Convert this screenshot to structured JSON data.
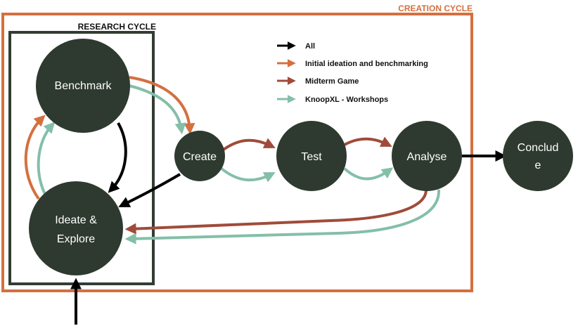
{
  "frames": {
    "creation": {
      "label": "CREATION CYCLE"
    },
    "research": {
      "label": "RESEARCH CYCLE"
    }
  },
  "nodes": {
    "benchmark": {
      "label": "Benchmark"
    },
    "ideate": {
      "line1": "Ideate &",
      "line2": "Explore"
    },
    "create": {
      "label": "Create"
    },
    "test": {
      "label": "Test"
    },
    "analyse": {
      "label": "Analyse"
    },
    "conclude": {
      "line1": "Conclud",
      "line2": "e"
    }
  },
  "legend": {
    "all": "All",
    "initial": "Initial ideation and benchmarking",
    "midterm": "Midterm Game",
    "knoopxl": "KnoopXL - Workshops"
  },
  "colors": {
    "node": "#2e3a2f",
    "frame_creation": "#d4703f",
    "frame_research": "#333d33",
    "all": "#000000",
    "initial": "#d4703f",
    "midterm": "#a04b3a",
    "knoopxl": "#84bfa8"
  }
}
